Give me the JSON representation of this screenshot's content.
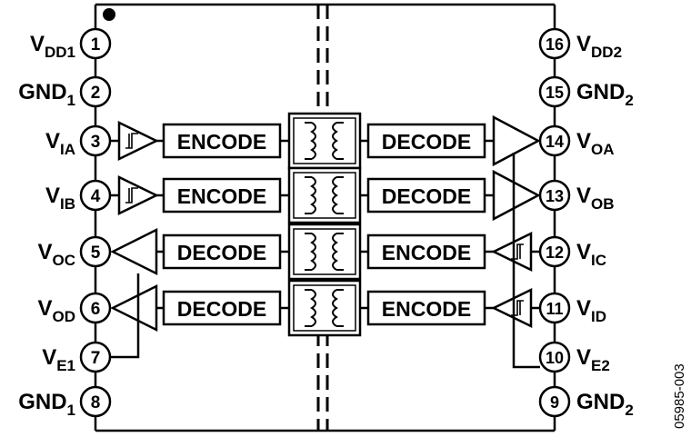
{
  "left_pins": [
    {
      "num": "1",
      "label": "V",
      "sub": "DD1",
      "tail": ""
    },
    {
      "num": "2",
      "label": "GND",
      "sub": "1",
      "tail": ""
    },
    {
      "num": "3",
      "label": "V",
      "sub": "IA",
      "tail": ""
    },
    {
      "num": "4",
      "label": "V",
      "sub": "IB",
      "tail": ""
    },
    {
      "num": "5",
      "label": "V",
      "sub": "OC",
      "tail": ""
    },
    {
      "num": "6",
      "label": "V",
      "sub": "OD",
      "tail": ""
    },
    {
      "num": "7",
      "label": "V",
      "sub": "E1",
      "tail": ""
    },
    {
      "num": "8",
      "label": "GND",
      "sub": "1",
      "tail": ""
    }
  ],
  "right_pins": [
    {
      "num": "16",
      "label": "V",
      "sub": "DD2"
    },
    {
      "num": "15",
      "label": "GND",
      "sub": "2"
    },
    {
      "num": "14",
      "label": "V",
      "sub": "OA"
    },
    {
      "num": "13",
      "label": "V",
      "sub": "OB"
    },
    {
      "num": "12",
      "label": "V",
      "sub": "IC"
    },
    {
      "num": "11",
      "label": "V",
      "sub": "ID"
    },
    {
      "num": "10",
      "label": "V",
      "sub": "E2"
    },
    {
      "num": "9",
      "label": "GND",
      "sub": "2"
    }
  ],
  "channels": [
    {
      "left_block": "ENCODE",
      "right_block": "DECODE"
    },
    {
      "left_block": "ENCODE",
      "right_block": "DECODE"
    },
    {
      "left_block": "DECODE",
      "right_block": "ENCODE"
    },
    {
      "left_block": "DECODE",
      "right_block": "ENCODE"
    }
  ],
  "part_number": "05985-003"
}
